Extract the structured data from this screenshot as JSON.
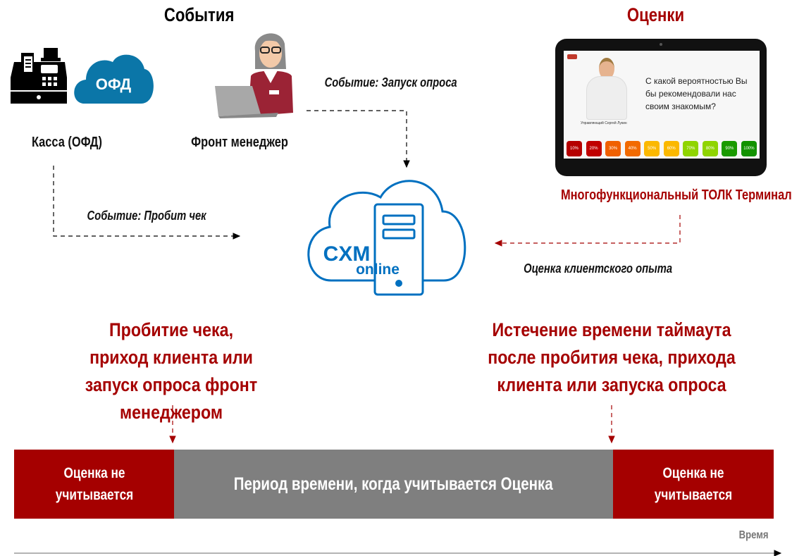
{
  "headers": {
    "events": "События",
    "ratings": "Оценки"
  },
  "sources": {
    "cash": "Касса (ОФД)",
    "ofd_logo": "ОФД",
    "front": "Фронт менеджер"
  },
  "events": {
    "survey_start": "Событие: Запуск опроса",
    "receipt": "Событие: Пробит чек"
  },
  "terminal": {
    "label": "Многофункциональный ТОЛК Терминал",
    "question": "С какой вероятностью Вы бы рекомендовали нас своим знакомым?",
    "caption": "Управляющий Сергей Лукин",
    "scale": [
      {
        "label": "10%",
        "color": "#b50000"
      },
      {
        "label": "20%",
        "color": "#c00000"
      },
      {
        "label": "30%",
        "color": "#f06000"
      },
      {
        "label": "40%",
        "color": "#f26a00"
      },
      {
        "label": "50%",
        "color": "#fbb800"
      },
      {
        "label": "60%",
        "color": "#fbb800"
      },
      {
        "label": "70%",
        "color": "#8fd400"
      },
      {
        "label": "80%",
        "color": "#8fd400"
      },
      {
        "label": "90%",
        "color": "#1a9a00"
      },
      {
        "label": "100%",
        "color": "#129200"
      }
    ]
  },
  "cxm": {
    "logo_top": "CXM",
    "logo_bottom": "online"
  },
  "rating_flow": "Оценка клиентского опыта",
  "start_condition": "Пробитие чека, приход клиента или запуск опроса фронт менеджером",
  "end_condition": "Истечение времени таймаута после пробития чека, прихода клиента или запуска опроса",
  "timeline": {
    "left": "Оценка не учитывается",
    "middle": "Период времени, когда учитывается Оценка",
    "right": "Оценка не учитывается",
    "axis": "Время"
  },
  "colors": {
    "red": "#a50000",
    "grey": "#7f7f7f",
    "blue": "#0070c0",
    "ofd": "#0b76a8"
  }
}
